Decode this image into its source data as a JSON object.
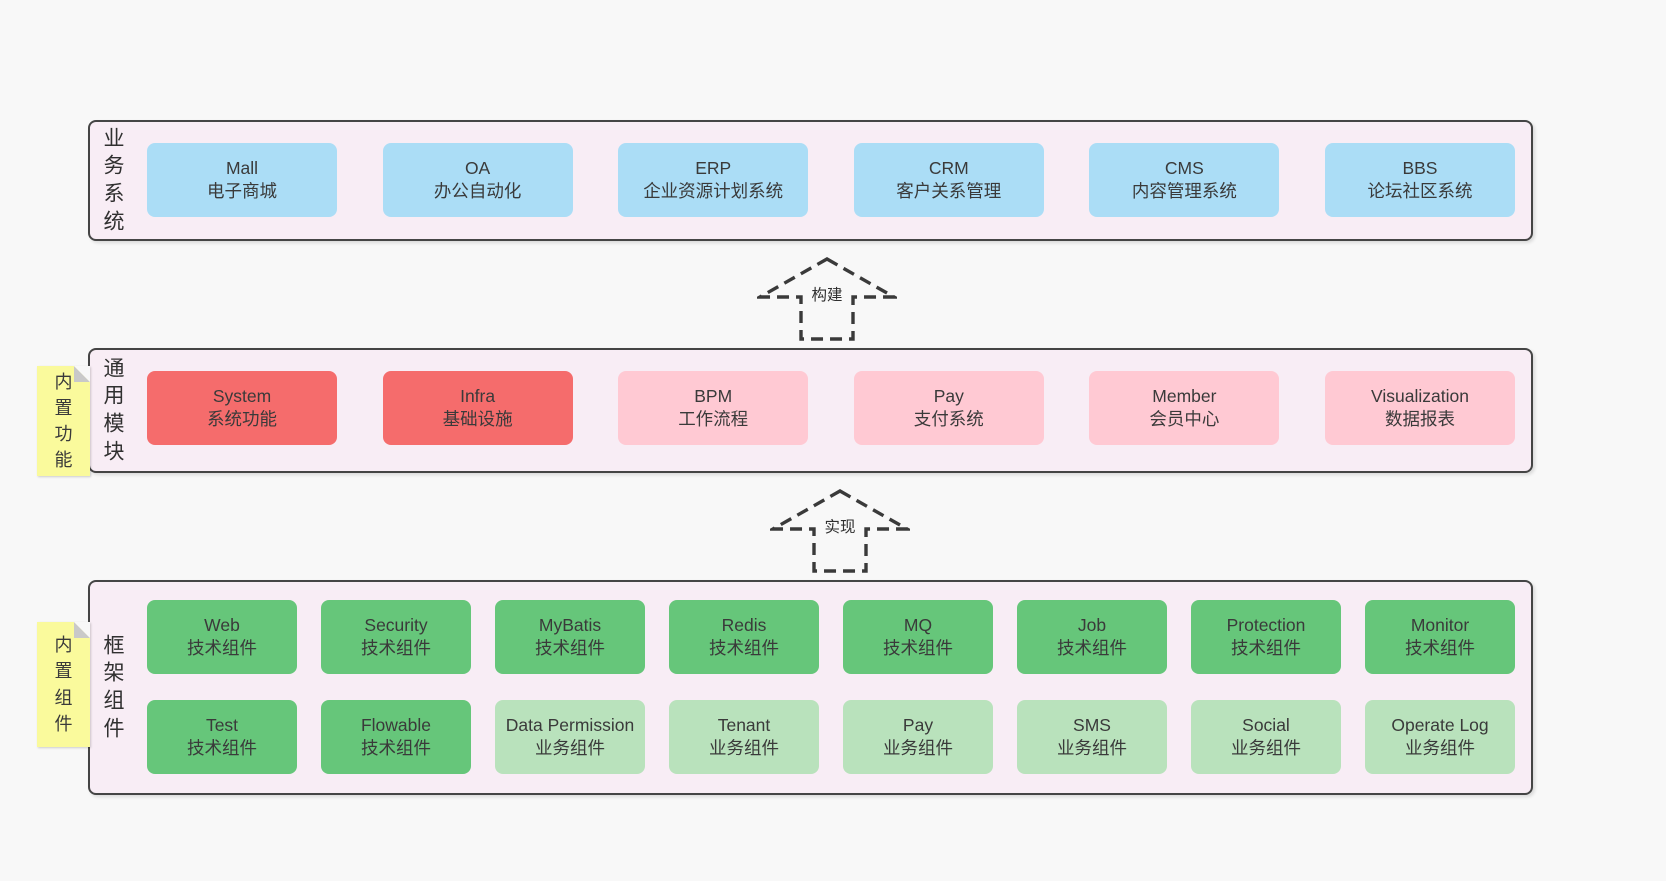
{
  "colors": {
    "blue": "#ABDDF6",
    "red": "#F56C6C",
    "pink": "#FFC9D3",
    "green_dark": "#66C67A",
    "green_light": "#B9E2BC",
    "sticky_yellow": "#FAFA9C",
    "panel_bg": "#F8EDF5"
  },
  "arrows": {
    "build": "构建",
    "implement": "实现"
  },
  "layers": {
    "business": {
      "label": "业务系统",
      "boxes": [
        {
          "name": "Mall",
          "desc": "电子商城"
        },
        {
          "name": "OA",
          "desc": "办公自动化"
        },
        {
          "name": "ERP",
          "desc": "企业资源计划系统"
        },
        {
          "name": "CRM",
          "desc": "客户关系管理"
        },
        {
          "name": "CMS",
          "desc": "内容管理系统"
        },
        {
          "name": "BBS",
          "desc": "论坛社区系统"
        }
      ]
    },
    "modules": {
      "label": "通用模块",
      "sticky": "内置功能",
      "boxes": [
        {
          "name": "System",
          "desc": "系统功能"
        },
        {
          "name": "Infra",
          "desc": "基础设施"
        },
        {
          "name": "BPM",
          "desc": "工作流程"
        },
        {
          "name": "Pay",
          "desc": "支付系统"
        },
        {
          "name": "Member",
          "desc": "会员中心"
        },
        {
          "name": "Visualization",
          "desc": "数据报表"
        }
      ]
    },
    "components": {
      "label": "框架组件",
      "sticky": "内置组件",
      "boxes": [
        {
          "name": "Web",
          "desc": "技术组件"
        },
        {
          "name": "Security",
          "desc": "技术组件"
        },
        {
          "name": "MyBatis",
          "desc": "技术组件"
        },
        {
          "name": "Redis",
          "desc": "技术组件"
        },
        {
          "name": "MQ",
          "desc": "技术组件"
        },
        {
          "name": "Job",
          "desc": "技术组件"
        },
        {
          "name": "Protection",
          "desc": "技术组件"
        },
        {
          "name": "Monitor",
          "desc": "技术组件"
        },
        {
          "name": "Test",
          "desc": "技术组件"
        },
        {
          "name": "Flowable",
          "desc": "技术组件"
        },
        {
          "name": "Data Permission",
          "desc": "业务组件"
        },
        {
          "name": "Tenant",
          "desc": "业务组件"
        },
        {
          "name": "Pay",
          "desc": "业务组件"
        },
        {
          "name": "SMS",
          "desc": "业务组件"
        },
        {
          "name": "Social",
          "desc": "业务组件"
        },
        {
          "name": "Operate Log",
          "desc": "业务组件"
        }
      ]
    }
  }
}
